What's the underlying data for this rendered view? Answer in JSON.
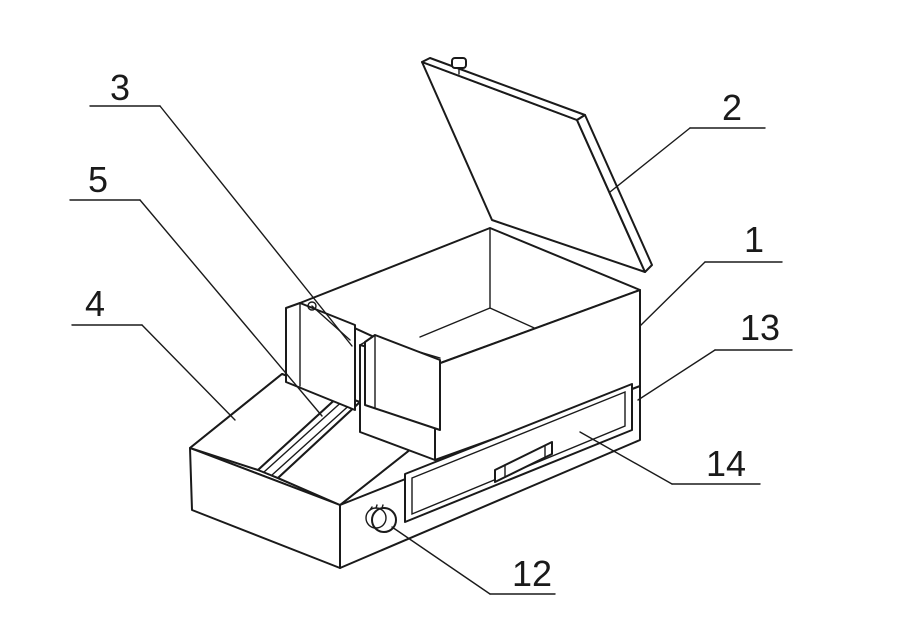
{
  "labels": {
    "l1": "1",
    "l2": "2",
    "l3": "3",
    "l4": "4",
    "l5": "5",
    "l12": "12",
    "l13": "13",
    "l14": "14"
  }
}
